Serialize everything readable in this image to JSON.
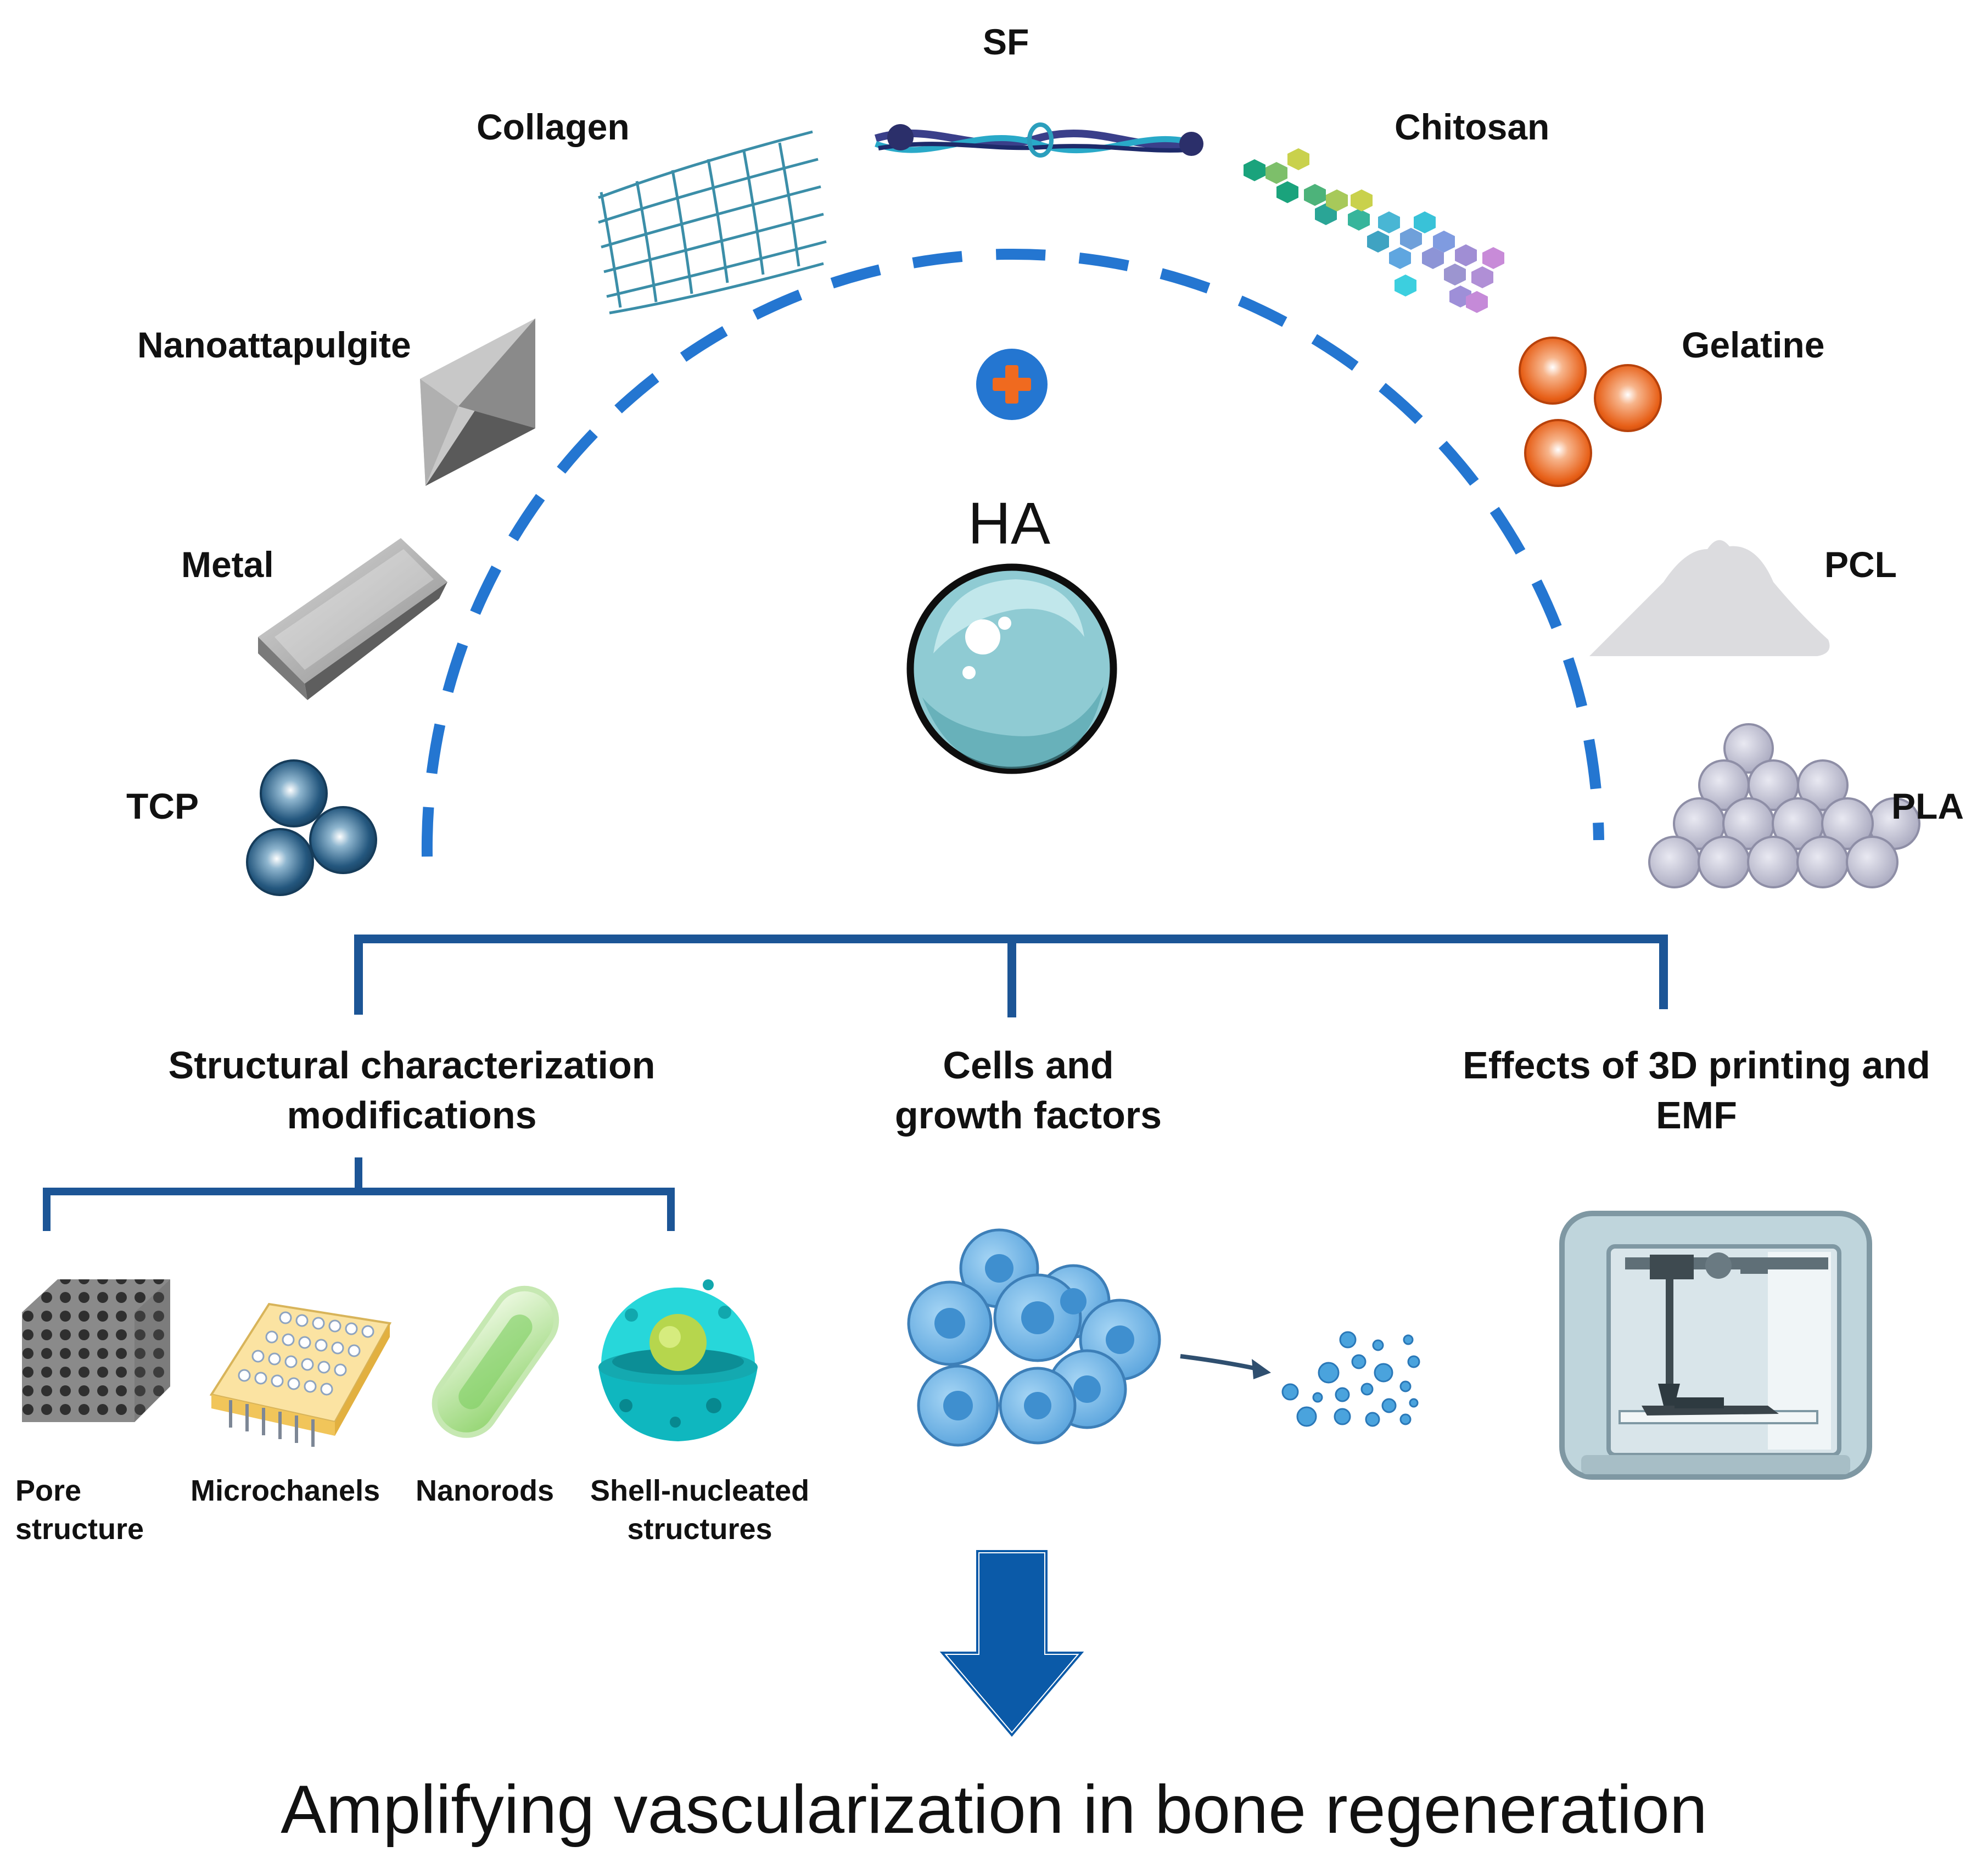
{
  "center": {
    "label": "HA"
  },
  "materials": {
    "sf": "SF",
    "collagen": "Collagen",
    "chitosan": "Chitosan",
    "nanoattapulgite": "Nanoattapulgite",
    "gelatine": "Gelatine",
    "metal": "Metal",
    "pcl": "PCL",
    "tcp": "TCP",
    "pla": "PLA"
  },
  "categories": {
    "structural": {
      "line1": "Structural characterization",
      "line2": "modifications"
    },
    "cells": {
      "line1": "Cells and",
      "line2": "growth factors"
    },
    "printing": {
      "line1": "Effects of 3D printing and",
      "line2": "EMF"
    }
  },
  "structures": {
    "pore": {
      "line1": "Pore",
      "line2": "structure"
    },
    "microchannels": "Microchanels",
    "nanorods": "Nanorods",
    "shell": {
      "line1": "Shell-nucleated",
      "line2": "structures"
    }
  },
  "outcome": "Amplifying vascularization in bone regeneration",
  "colors": {
    "arc": "#2476d1",
    "bracket": "#1c5596",
    "arrow": "#0b5aa8",
    "plus_bg": "#2476d1",
    "plus": "#f06a1f",
    "ha_sphere": "#8fcbd3",
    "tcp": "#2a5f86",
    "gelatine": "#ec6a22",
    "cells": "#6db3e3"
  }
}
